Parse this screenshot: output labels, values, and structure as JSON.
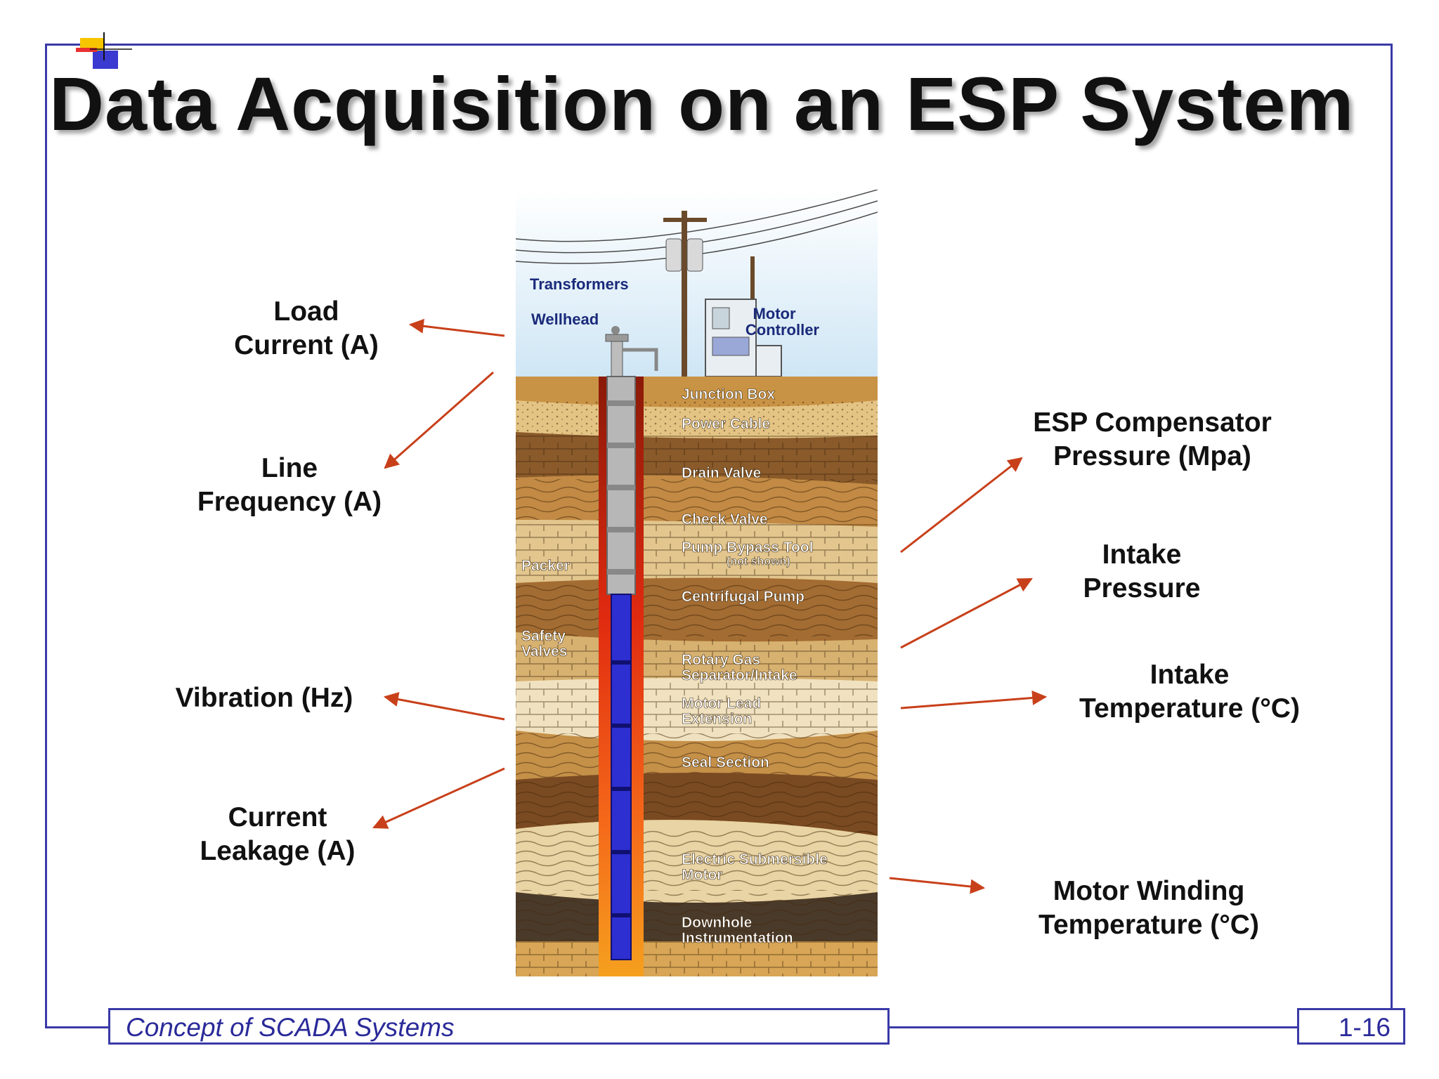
{
  "slide": {
    "title": "Data Acquisition on an ESP System",
    "footer_course": "Concept of SCADA Systems",
    "page_number": "1-16"
  },
  "left_labels": [
    {
      "line1": "Load",
      "line2": "Current (A)"
    },
    {
      "line1": "Line",
      "line2": "Frequency (A)"
    },
    {
      "line1": "Vibration (Hz)",
      "line2": ""
    },
    {
      "line1": "Current",
      "line2": "Leakage (A)"
    }
  ],
  "right_labels": [
    {
      "line1": "ESP Compensator",
      "line2": "Pressure (Mpa)"
    },
    {
      "line1": "Intake",
      "line2": "Pressure"
    },
    {
      "line1": "Intake",
      "line2": "Temperature (°C)"
    },
    {
      "line1": "Motor Winding",
      "line2": "Temperature (°C)"
    }
  ],
  "illustration_labels": {
    "transformers": "Transformers",
    "wellhead": "Wellhead",
    "motor_controller_1": "Motor",
    "motor_controller_2": "Controller",
    "junction_box": "Junction Box",
    "power_cable": "Power Cable",
    "drain_valve": "Drain Valve",
    "check_valve": "Check Valve",
    "pump_bypass_tool": "Pump Bypass Tool",
    "not_shown": "(not shown)",
    "packer": "Packer",
    "centrifugal_pump": "Centrifugal Pump",
    "safety_1": "Safety",
    "safety_2": "Valves",
    "rotary_gas_1": "Rotary Gas",
    "rotary_gas_2": "Separator/Intake",
    "motor_lead_1": "Motor Lead",
    "motor_lead_2": "Extension",
    "seal_section": "Seal Section",
    "esm_1": "Electric Submersible",
    "esm_2": "Motor",
    "downhole_1": "Downhole",
    "downhole_2": "Instrumentation"
  },
  "colors": {
    "frame": "#3a3aa8",
    "arrow": "#c8401a",
    "sky": "#cfe6f5",
    "casing": "#f5a01e",
    "pump_blue": "#2d2fd0",
    "label_blue": "#1a2a7a"
  }
}
